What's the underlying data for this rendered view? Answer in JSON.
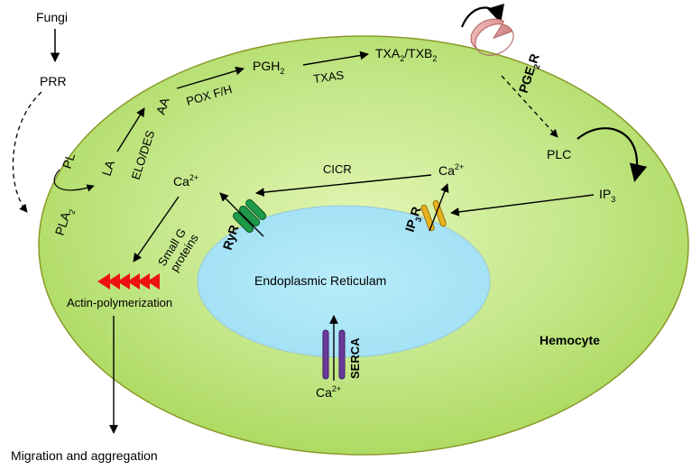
{
  "labels": {
    "fungi": "Fungi",
    "prr": "PRR",
    "pla2": "PLA",
    "pla2_sub": "2",
    "pl": "PL",
    "la": "LA",
    "elo_des": "ELO/DES",
    "aa": "AA",
    "pox": "POX F/H",
    "pgh2": "PGH",
    "pgh2_sub": "2",
    "txas": "TXAS",
    "txa2": "TXA",
    "txa2_sub": "2",
    "txb2": "/TXB",
    "txb2_sub": "2",
    "pge2r_pre": "PGE",
    "pge2r_sub": "2",
    "pge2r_post": "R",
    "plc": "PLC",
    "ip3": "IP",
    "ip3_sub": "3",
    "cicr": "CICR",
    "ca_left": "Ca",
    "ca_right": "Ca",
    "ca_bottom": "Ca",
    "ca_sup": "2+",
    "ryr": "RyR",
    "ip3r_pre": "IP",
    "ip3r_sub": "3",
    "ip3r_post": "R",
    "small_g_1": "Small G",
    "small_g_2": "proteins",
    "actin": "Actin-polymerization",
    "er": "Endoplasmic Reticulam",
    "serca": "SERCA",
    "hemocyte": "Hemocyte",
    "migration": "Migration and aggregation"
  },
  "colors": {
    "cell_fill": "#a9d85a",
    "cell_center": "#e2f6b3",
    "er_fill": "#a9e6f7",
    "ryr": "#1e9a4a",
    "ip3r": "#e8b21c",
    "serca": "#6a3a9c",
    "receptor": "#d98c8c",
    "actin_arrows": "#ee1111"
  },
  "icons": {
    "ryr": "ryr-channel-icon",
    "ip3r": "ip3r-channel-icon",
    "serca": "serca-pump-icon",
    "pge2r": "pge2-receptor-icon",
    "actin": "actin-arrow-icon"
  }
}
